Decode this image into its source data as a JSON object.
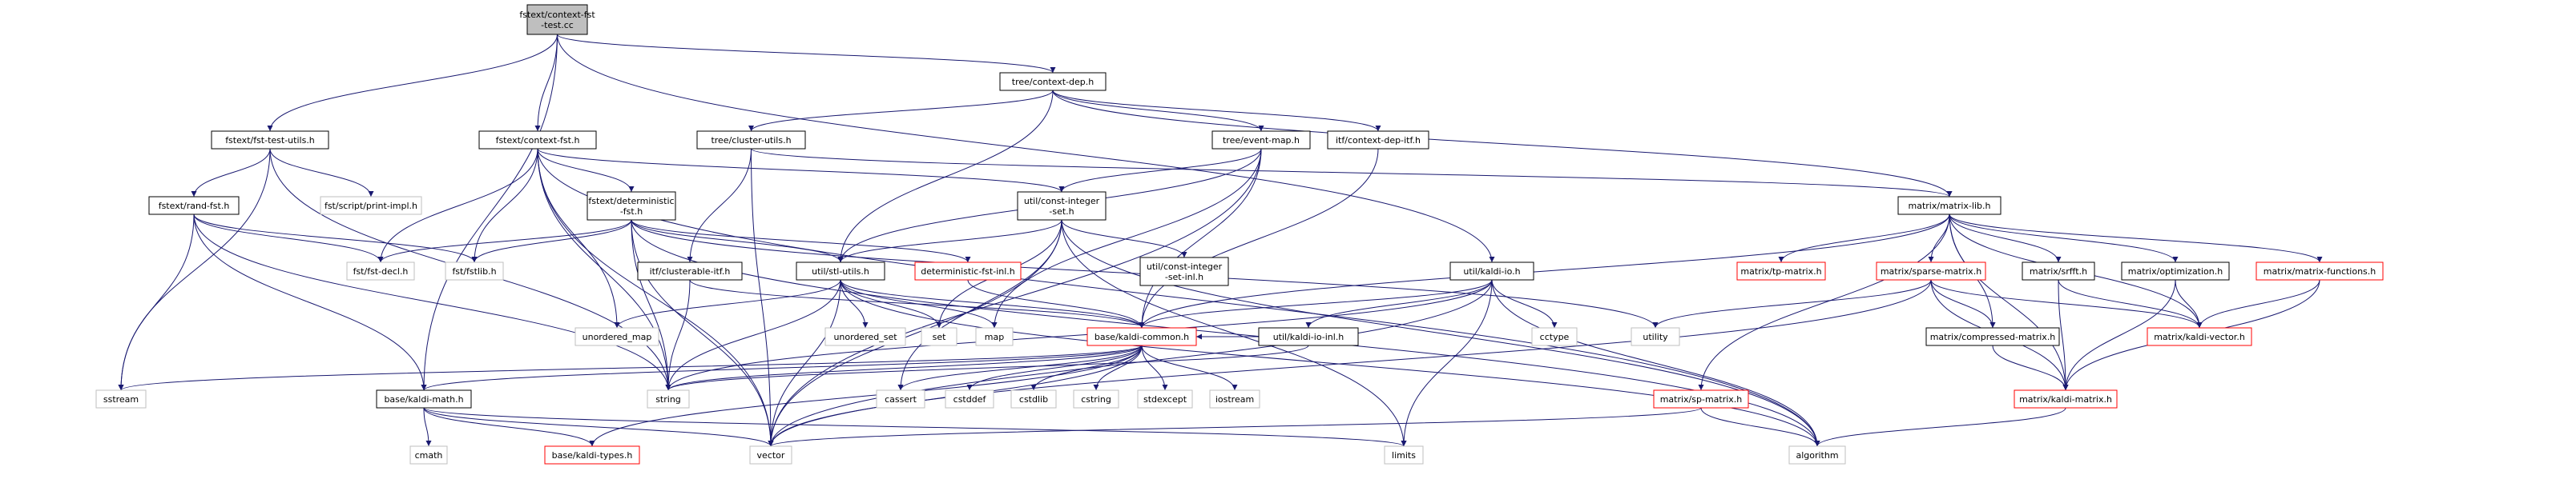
{
  "diagram": {
    "colors": {
      "edge": "#191970",
      "root_fill": "#bfbfbf",
      "normal_border": "#000000",
      "truncated_border": "#ff0000",
      "system_border": "#bfbfbf",
      "system_text": "#404040"
    },
    "nodes": [
      {
        "id": "root",
        "lines": [
          "fstext/context-fst",
          "-test.cc"
        ],
        "kind": "root"
      },
      {
        "id": "fst_test_utils",
        "lines": [
          "fstext/fst-test-utils.h"
        ],
        "kind": "normal"
      },
      {
        "id": "context_fst",
        "lines": [
          "fstext/context-fst.h"
        ],
        "kind": "normal"
      },
      {
        "id": "context_dep",
        "lines": [
          "tree/context-dep.h"
        ],
        "kind": "normal"
      },
      {
        "id": "rand_fst",
        "lines": [
          "fstext/rand-fst.h"
        ],
        "kind": "normal"
      },
      {
        "id": "print_impl",
        "lines": [
          "fst/script/print-impl.h"
        ],
        "kind": "system"
      },
      {
        "id": "deterministic_fst",
        "lines": [
          "fstext/deterministic",
          "-fst.h"
        ],
        "kind": "normal"
      },
      {
        "id": "cluster_utils",
        "lines": [
          "tree/cluster-utils.h"
        ],
        "kind": "normal"
      },
      {
        "id": "event_map",
        "lines": [
          "tree/event-map.h"
        ],
        "kind": "normal"
      },
      {
        "id": "context_dep_itf",
        "lines": [
          "itf/context-dep-itf.h"
        ],
        "kind": "normal"
      },
      {
        "id": "const_integer_set",
        "lines": [
          "util/const-integer",
          "-set.h"
        ],
        "kind": "normal"
      },
      {
        "id": "const_integer_set_inl",
        "lines": [
          "util/const-integer",
          "-set-inl.h"
        ],
        "kind": "normal"
      },
      {
        "id": "fst_decl",
        "lines": [
          "fst/fst-decl.h"
        ],
        "kind": "system"
      },
      {
        "id": "fstlib",
        "lines": [
          "fst/fstlib.h"
        ],
        "kind": "system"
      },
      {
        "id": "clusterable_itf",
        "lines": [
          "itf/clusterable-itf.h"
        ],
        "kind": "normal"
      },
      {
        "id": "stl_utils",
        "lines": [
          "util/stl-utils.h"
        ],
        "kind": "normal"
      },
      {
        "id": "deterministic_fst_inl",
        "lines": [
          "deterministic-fst-inl.h"
        ],
        "kind": "truncated"
      },
      {
        "id": "kaldi_io",
        "lines": [
          "util/kaldi-io.h"
        ],
        "kind": "normal"
      },
      {
        "id": "kaldi_io_inl",
        "lines": [
          "util/kaldi-io-inl.h"
        ],
        "kind": "normal"
      },
      {
        "id": "matrix_lib",
        "lines": [
          "matrix/matrix-lib.h"
        ],
        "kind": "normal"
      },
      {
        "id": "tp_matrix",
        "lines": [
          "matrix/tp-matrix.h"
        ],
        "kind": "truncated"
      },
      {
        "id": "sparse_matrix",
        "lines": [
          "matrix/sparse-matrix.h"
        ],
        "kind": "truncated"
      },
      {
        "id": "srfft",
        "lines": [
          "matrix/srfft.h"
        ],
        "kind": "normal"
      },
      {
        "id": "optimization",
        "lines": [
          "matrix/optimization.h"
        ],
        "kind": "normal"
      },
      {
        "id": "matrix_functions",
        "lines": [
          "matrix/matrix-functions.h"
        ],
        "kind": "truncated"
      },
      {
        "id": "compressed_matrix",
        "lines": [
          "matrix/compressed-matrix.h"
        ],
        "kind": "normal"
      },
      {
        "id": "kaldi_vector",
        "lines": [
          "matrix/kaldi-vector.h"
        ],
        "kind": "truncated"
      },
      {
        "id": "kaldi_matrix",
        "lines": [
          "matrix/kaldi-matrix.h"
        ],
        "kind": "truncated"
      },
      {
        "id": "sp_matrix",
        "lines": [
          "matrix/sp-matrix.h"
        ],
        "kind": "truncated"
      },
      {
        "id": "kaldi_common",
        "lines": [
          "base/kaldi-common.h"
        ],
        "kind": "truncated"
      },
      {
        "id": "kaldi_math",
        "lines": [
          "base/kaldi-math.h"
        ],
        "kind": "normal"
      },
      {
        "id": "kaldi_types",
        "lines": [
          "base/kaldi-types.h"
        ],
        "kind": "truncated"
      },
      {
        "id": "unordered_map",
        "lines": [
          "unordered_map"
        ],
        "kind": "system"
      },
      {
        "id": "unordered_set",
        "lines": [
          "unordered_set"
        ],
        "kind": "system"
      },
      {
        "id": "set",
        "lines": [
          "set"
        ],
        "kind": "system"
      },
      {
        "id": "map",
        "lines": [
          "map"
        ],
        "kind": "system"
      },
      {
        "id": "sstream",
        "lines": [
          "sstream"
        ],
        "kind": "system"
      },
      {
        "id": "string",
        "lines": [
          "string"
        ],
        "kind": "system"
      },
      {
        "id": "cassert",
        "lines": [
          "cassert"
        ],
        "kind": "system"
      },
      {
        "id": "cstddef",
        "lines": [
          "cstddef"
        ],
        "kind": "system"
      },
      {
        "id": "cstdlib",
        "lines": [
          "cstdlib"
        ],
        "kind": "system"
      },
      {
        "id": "cstring",
        "lines": [
          "cstring"
        ],
        "kind": "system"
      },
      {
        "id": "stdexcept",
        "lines": [
          "stdexcept"
        ],
        "kind": "system"
      },
      {
        "id": "iostream",
        "lines": [
          "iostream"
        ],
        "kind": "system"
      },
      {
        "id": "cctype",
        "lines": [
          "cctype"
        ],
        "kind": "system"
      },
      {
        "id": "utility",
        "lines": [
          "utility"
        ],
        "kind": "system"
      },
      {
        "id": "cmath",
        "lines": [
          "cmath"
        ],
        "kind": "system"
      },
      {
        "id": "vector",
        "lines": [
          "vector"
        ],
        "kind": "system"
      },
      {
        "id": "limits",
        "lines": [
          "limits"
        ],
        "kind": "system"
      },
      {
        "id": "algorithm",
        "lines": [
          "algorithm"
        ],
        "kind": "system"
      }
    ],
    "edges": [
      [
        "root",
        "fst_test_utils"
      ],
      [
        "root",
        "context_fst"
      ],
      [
        "root",
        "context_dep"
      ],
      [
        "root",
        "kaldi_math"
      ],
      [
        "root",
        "kaldi_io"
      ],
      [
        "fst_test_utils",
        "rand_fst"
      ],
      [
        "fst_test_utils",
        "print_impl"
      ],
      [
        "fst_test_utils",
        "sstream"
      ],
      [
        "fst_test_utils",
        "string"
      ],
      [
        "rand_fst",
        "fst_decl"
      ],
      [
        "rand_fst",
        "fstlib"
      ],
      [
        "rand_fst",
        "sstream"
      ],
      [
        "rand_fst",
        "string"
      ],
      [
        "rand_fst",
        "kaldi_math"
      ],
      [
        "context_fst",
        "deterministic_fst"
      ],
      [
        "context_fst",
        "fst_decl"
      ],
      [
        "context_fst",
        "fstlib"
      ],
      [
        "context_fst",
        "unordered_map"
      ],
      [
        "context_fst",
        "string"
      ],
      [
        "context_fst",
        "vector"
      ],
      [
        "context_fst",
        "const_integer_set"
      ],
      [
        "context_fst",
        "algorithm"
      ],
      [
        "deterministic_fst",
        "fst_decl"
      ],
      [
        "deterministic_fst",
        "fstlib"
      ],
      [
        "deterministic_fst",
        "stl_utils"
      ],
      [
        "deterministic_fst",
        "deterministic_fst_inl"
      ],
      [
        "deterministic_fst",
        "string"
      ],
      [
        "deterministic_fst",
        "vector"
      ],
      [
        "deterministic_fst",
        "utility"
      ],
      [
        "deterministic_fst",
        "algorithm"
      ],
      [
        "context_dep",
        "cluster_utils"
      ],
      [
        "context_dep",
        "event_map"
      ],
      [
        "context_dep",
        "context_dep_itf"
      ],
      [
        "context_dep",
        "matrix_lib"
      ],
      [
        "context_dep",
        "stl_utils"
      ],
      [
        "cluster_utils",
        "clusterable_itf"
      ],
      [
        "cluster_utils",
        "matrix_lib"
      ],
      [
        "cluster_utils",
        "vector"
      ],
      [
        "event_map",
        "const_integer_set"
      ],
      [
        "event_map",
        "stl_utils"
      ],
      [
        "event_map",
        "kaldi_common"
      ],
      [
        "event_map",
        "map"
      ],
      [
        "event_map",
        "vector"
      ],
      [
        "context_dep_itf",
        "kaldi_common"
      ],
      [
        "const_integer_set",
        "const_integer_set_inl"
      ],
      [
        "const_integer_set",
        "stl_utils"
      ],
      [
        "const_integer_set",
        "set"
      ],
      [
        "const_integer_set",
        "vector"
      ],
      [
        "const_integer_set",
        "algorithm"
      ],
      [
        "const_integer_set",
        "cassert"
      ],
      [
        "const_integer_set",
        "limits"
      ],
      [
        "clusterable_itf",
        "string"
      ],
      [
        "clusterable_itf",
        "kaldi_common"
      ],
      [
        "stl_utils",
        "unordered_map"
      ],
      [
        "stl_utils",
        "unordered_set"
      ],
      [
        "stl_utils",
        "set"
      ],
      [
        "stl_utils",
        "map"
      ],
      [
        "stl_utils",
        "string"
      ],
      [
        "stl_utils",
        "vector"
      ],
      [
        "stl_utils",
        "kaldi_common"
      ],
      [
        "stl_utils",
        "algorithm"
      ],
      [
        "deterministic_fst_inl",
        "kaldi_common"
      ],
      [
        "kaldi_io",
        "kaldi_common"
      ],
      [
        "kaldi_io",
        "kaldi_io_inl"
      ],
      [
        "kaldi_io",
        "cctype"
      ],
      [
        "kaldi_io",
        "string"
      ],
      [
        "kaldi_io",
        "vector"
      ],
      [
        "kaldi_io",
        "limits"
      ],
      [
        "kaldi_io",
        "algorithm"
      ],
      [
        "kaldi_io_inl",
        "kaldi_common"
      ],
      [
        "kaldi_io_inl",
        "string"
      ],
      [
        "matrix_lib",
        "tp_matrix"
      ],
      [
        "matrix_lib",
        "sparse_matrix"
      ],
      [
        "matrix_lib",
        "srfft"
      ],
      [
        "matrix_lib",
        "optimization"
      ],
      [
        "matrix_lib",
        "matrix_functions"
      ],
      [
        "matrix_lib",
        "compressed_matrix"
      ],
      [
        "matrix_lib",
        "kaldi_vector"
      ],
      [
        "matrix_lib",
        "kaldi_matrix"
      ],
      [
        "matrix_lib",
        "sp_matrix"
      ],
      [
        "matrix_lib",
        "kaldi_common"
      ],
      [
        "sparse_matrix",
        "utility"
      ],
      [
        "sparse_matrix",
        "compressed_matrix"
      ],
      [
        "sparse_matrix",
        "kaldi_vector"
      ],
      [
        "sparse_matrix",
        "kaldi_matrix"
      ],
      [
        "sparse_matrix",
        "vector"
      ],
      [
        "srfft",
        "kaldi_vector"
      ],
      [
        "srfft",
        "kaldi_matrix"
      ],
      [
        "optimization",
        "kaldi_vector"
      ],
      [
        "optimization",
        "kaldi_matrix"
      ],
      [
        "matrix_functions",
        "kaldi_vector"
      ],
      [
        "matrix_functions",
        "kaldi_matrix"
      ],
      [
        "compressed_matrix",
        "kaldi_matrix"
      ],
      [
        "kaldi_matrix",
        "algorithm"
      ],
      [
        "sp_matrix",
        "algorithm"
      ],
      [
        "sp_matrix",
        "vector"
      ],
      [
        "kaldi_common",
        "cassert"
      ],
      [
        "kaldi_common",
        "cstddef"
      ],
      [
        "kaldi_common",
        "cstdlib"
      ],
      [
        "kaldi_common",
        "cstring"
      ],
      [
        "kaldi_common",
        "stdexcept"
      ],
      [
        "kaldi_common",
        "iostream"
      ],
      [
        "kaldi_common",
        "sstream"
      ],
      [
        "kaldi_common",
        "string"
      ],
      [
        "kaldi_common",
        "vector"
      ],
      [
        "kaldi_common",
        "kaldi_types"
      ],
      [
        "kaldi_common",
        "kaldi_math"
      ],
      [
        "kaldi_math",
        "cmath"
      ],
      [
        "kaldi_math",
        "limits"
      ],
      [
        "kaldi_math",
        "vector"
      ],
      [
        "kaldi_math",
        "kaldi_types"
      ]
    ]
  }
}
